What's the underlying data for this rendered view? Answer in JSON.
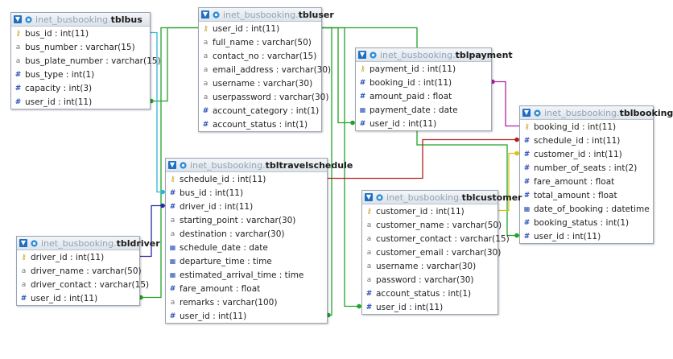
{
  "tables": [
    {
      "id": "tblbus",
      "db": "inet_busbooking",
      "name": "tblbus",
      "columns": [
        {
          "text": "bus_id : int(11)",
          "icon": "key"
        },
        {
          "text": "bus_number : varchar(15)",
          "icon": "text"
        },
        {
          "text": "bus_plate_number : varchar(15)",
          "icon": "text"
        },
        {
          "text": "bus_type : int(1)",
          "icon": "int"
        },
        {
          "text": "capacity : int(3)",
          "icon": "int"
        },
        {
          "text": "user_id : int(11)",
          "icon": "int"
        }
      ]
    },
    {
      "id": "tbluser",
      "db": "inet_busbooking",
      "name": "tbluser",
      "columns": [
        {
          "text": "user_id : int(11)",
          "icon": "key"
        },
        {
          "text": "full_name : varchar(50)",
          "icon": "text"
        },
        {
          "text": "contact_no : varchar(15)",
          "icon": "text"
        },
        {
          "text": "email_address : varchar(30)",
          "icon": "text"
        },
        {
          "text": "username : varchar(30)",
          "icon": "text"
        },
        {
          "text": "userpassword : varchar(30)",
          "icon": "text"
        },
        {
          "text": "account_category : int(1)",
          "icon": "int"
        },
        {
          "text": "account_status : int(1)",
          "icon": "int"
        }
      ]
    },
    {
      "id": "tblpayment",
      "db": "inet_busbooking",
      "name": "tblpayment",
      "columns": [
        {
          "text": "payment_id : int(11)",
          "icon": "key"
        },
        {
          "text": "booking_id : int(11)",
          "icon": "int"
        },
        {
          "text": "amount_paid : float",
          "icon": "float"
        },
        {
          "text": "payment_date : date",
          "icon": "date"
        },
        {
          "text": "user_id : int(11)",
          "icon": "int"
        }
      ]
    },
    {
      "id": "tblbooking",
      "db": "inet_busbooking",
      "name": "tblbooking",
      "columns": [
        {
          "text": "booking_id : int(11)",
          "icon": "key"
        },
        {
          "text": "schedule_id : int(11)",
          "icon": "int"
        },
        {
          "text": "customer_id : int(11)",
          "icon": "int"
        },
        {
          "text": "number_of_seats : int(2)",
          "icon": "int"
        },
        {
          "text": "fare_amount : float",
          "icon": "float"
        },
        {
          "text": "total_amount : float",
          "icon": "float"
        },
        {
          "text": "date_of_booking : datetime",
          "icon": "date"
        },
        {
          "text": "booking_status : int(1)",
          "icon": "int"
        },
        {
          "text": "user_id : int(11)",
          "icon": "int"
        }
      ]
    },
    {
      "id": "tbltravelschedule",
      "db": "inet_busbooking",
      "name": "tbltravelschedule",
      "columns": [
        {
          "text": "schedule_id : int(11)",
          "icon": "key"
        },
        {
          "text": "bus_id : int(11)",
          "icon": "int"
        },
        {
          "text": "driver_id : int(11)",
          "icon": "int"
        },
        {
          "text": "starting_point : varchar(30)",
          "icon": "text"
        },
        {
          "text": "destination : varchar(30)",
          "icon": "text"
        },
        {
          "text": "schedule_date : date",
          "icon": "date"
        },
        {
          "text": "departure_time : time",
          "icon": "date"
        },
        {
          "text": "estimated_arrival_time : time",
          "icon": "date"
        },
        {
          "text": "fare_amount : float",
          "icon": "float"
        },
        {
          "text": "remarks : varchar(100)",
          "icon": "text"
        },
        {
          "text": "user_id : int(11)",
          "icon": "int"
        }
      ]
    },
    {
      "id": "tblcustomer",
      "db": "inet_busbooking",
      "name": "tblcustomer",
      "columns": [
        {
          "text": "customer_id : int(11)",
          "icon": "key"
        },
        {
          "text": "customer_name : varchar(50)",
          "icon": "text"
        },
        {
          "text": "customer_contact : varchar(15)",
          "icon": "text"
        },
        {
          "text": "customer_email : varchar(30)",
          "icon": "text"
        },
        {
          "text": "username : varchar(30)",
          "icon": "text"
        },
        {
          "text": "password : varchar(30)",
          "icon": "text"
        },
        {
          "text": "account_status : int(1)",
          "icon": "int"
        },
        {
          "text": "user_id : int(11)",
          "icon": "int"
        }
      ]
    },
    {
      "id": "tbldriver",
      "db": "inet_busbooking",
      "name": "tbldriver",
      "columns": [
        {
          "text": "driver_id : int(11)",
          "icon": "key"
        },
        {
          "text": "driver_name : varchar(50)",
          "icon": "text"
        },
        {
          "text": "driver_contact : varchar(15)",
          "icon": "text"
        },
        {
          "text": "user_id : int(11)",
          "icon": "int"
        }
      ]
    }
  ],
  "link_colors": {
    "user": "#22a32a",
    "bus": "#29b6d6",
    "driver": "#2a2aa8",
    "schedule": "#b32020",
    "payment": "#b020a8",
    "customer": "#d8c21a"
  }
}
